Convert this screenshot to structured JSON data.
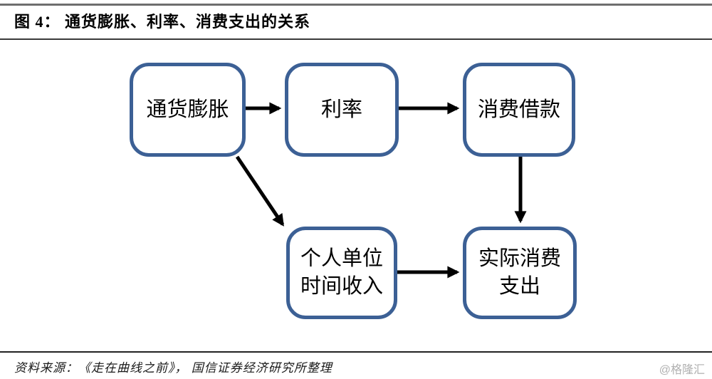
{
  "title": "图 4： 通货膨胀、利率、消费支出的关系",
  "diagram": {
    "nodes": [
      {
        "id": "inflation",
        "label": "通货膨胀"
      },
      {
        "id": "interest-rate",
        "label": "利率"
      },
      {
        "id": "consumer-borrowing",
        "label": "消费借款"
      },
      {
        "id": "personal-income-per-unit-time",
        "label": "个人单位\n时间收入"
      },
      {
        "id": "actual-consumer-spending",
        "label": "实际消费\n支出"
      }
    ],
    "edges": [
      {
        "from": "通货膨胀",
        "to": "利率"
      },
      {
        "from": "利率",
        "to": "消费借款"
      },
      {
        "from": "消费借款",
        "to": "实际消费支出"
      },
      {
        "from": "通货膨胀",
        "to": "个人单位时间收入"
      },
      {
        "from": "个人单位时间收入",
        "to": "实际消费支出"
      }
    ]
  },
  "footer": {
    "source": "资料来源：《走在曲线之前》， 国信证券经济研究所整理",
    "watermark": "@格隆汇"
  },
  "colors": {
    "node_border": "#3c6095",
    "arrow": "#000000",
    "rule_gray": "#6e6e6e",
    "watermark_gray": "#b0b0b0"
  }
}
